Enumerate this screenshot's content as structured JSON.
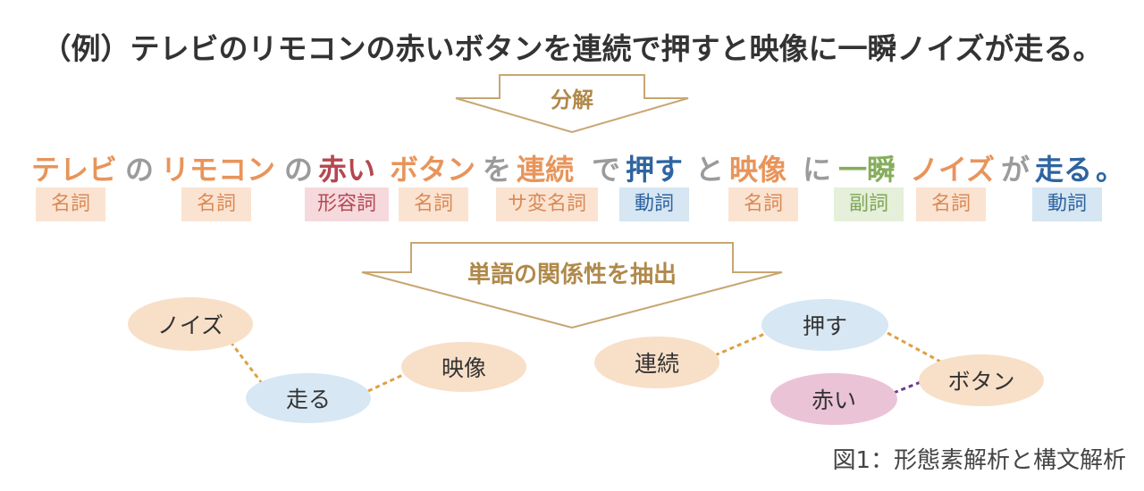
{
  "title": "（例）テレビのリモコンの赤いボタンを連続で押すと映像に一瞬ノイズが走る。",
  "arrow1_label": "分解",
  "arrow2_label": "単語の関係性を抽出",
  "caption": "図1：形態素解析と構文解析",
  "colors": {
    "noun": "#e8945a",
    "adjective": "#b5474f",
    "verb": "#2e64a0",
    "adverb": "#86ad5b",
    "particle": "#9b9b9b",
    "arrow": "#c8a672",
    "dash_orange": "#e0a040",
    "dash_purple": "#6a3b8c"
  },
  "tokens": [
    "テレビ",
    "の",
    "リモコン",
    "の",
    "赤い",
    "ボタン",
    "を",
    "連続",
    "で",
    "押す",
    "と",
    "映像",
    "に",
    "一瞬",
    "ノイズ",
    "が",
    "走る",
    "。"
  ],
  "pos_tags": [
    "名詞",
    "名詞",
    "形容詞",
    "名詞",
    "サ変名詞",
    "動詞",
    "名詞",
    "副詞",
    "名詞",
    "動詞"
  ],
  "nodes": [
    "ノイズ",
    "走る",
    "映像",
    "連続",
    "押す",
    "ボタン",
    "赤い"
  ]
}
